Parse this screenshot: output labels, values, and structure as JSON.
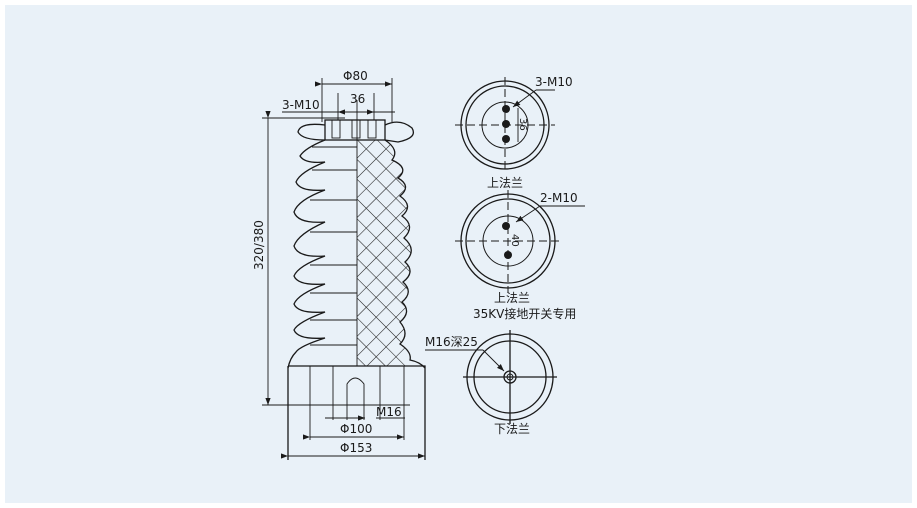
{
  "drawing": {
    "main_view": {
      "top_flange_diameter": "Φ80",
      "bolt_spacing": "36",
      "top_bolts": "3-M10",
      "height": "320/380",
      "bottom_bolt": "M16",
      "inner_diameter": "Φ100",
      "outer_diameter": "Φ153"
    },
    "flange_views": [
      {
        "bolts": "3-M10",
        "spacing": "36",
        "caption": "上法兰"
      },
      {
        "bolts": "2-M10",
        "spacing": "40",
        "caption": "上法兰",
        "note": "35KV接地开关专用"
      },
      {
        "bolts": "M16深25",
        "caption": "下法兰"
      }
    ]
  }
}
